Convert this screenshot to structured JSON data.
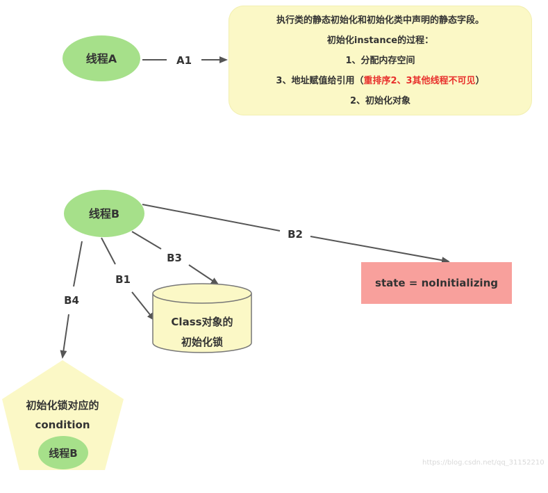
{
  "nodes": {
    "thread_a": "线程A",
    "thread_b": "线程B",
    "thread_b_small": "线程B",
    "class_lock": [
      "Class对象的",
      "初始化锁"
    ],
    "condition": [
      "初始化锁对应的",
      "condition"
    ],
    "state": "state = noInitializing"
  },
  "note": {
    "line1": "执行类的静态初始化和初始化类中声明的静态字段。",
    "line2": "初始化instance的过程：",
    "line3": "1、分配内存空间",
    "line4_prefix": "3、地址赋值给引用（",
    "line4_red": "重排序2、3其他线程不可见",
    "line4_suffix": "）",
    "line5": "2、初始化对象"
  },
  "edges": {
    "a1": "A1",
    "b1": "B1",
    "b2": "B2",
    "b3": "B3",
    "b4": "B4"
  },
  "colors": {
    "thread_fill": "#a6e08a",
    "note_fill": "#fbf8c6",
    "highlight_red": "#e8302c",
    "state_fill": "#f8a09c",
    "yellow_shape": "#fbf8c6",
    "arrow": "#555555"
  },
  "watermark": "https://blog.csdn.net/qq_31152210"
}
